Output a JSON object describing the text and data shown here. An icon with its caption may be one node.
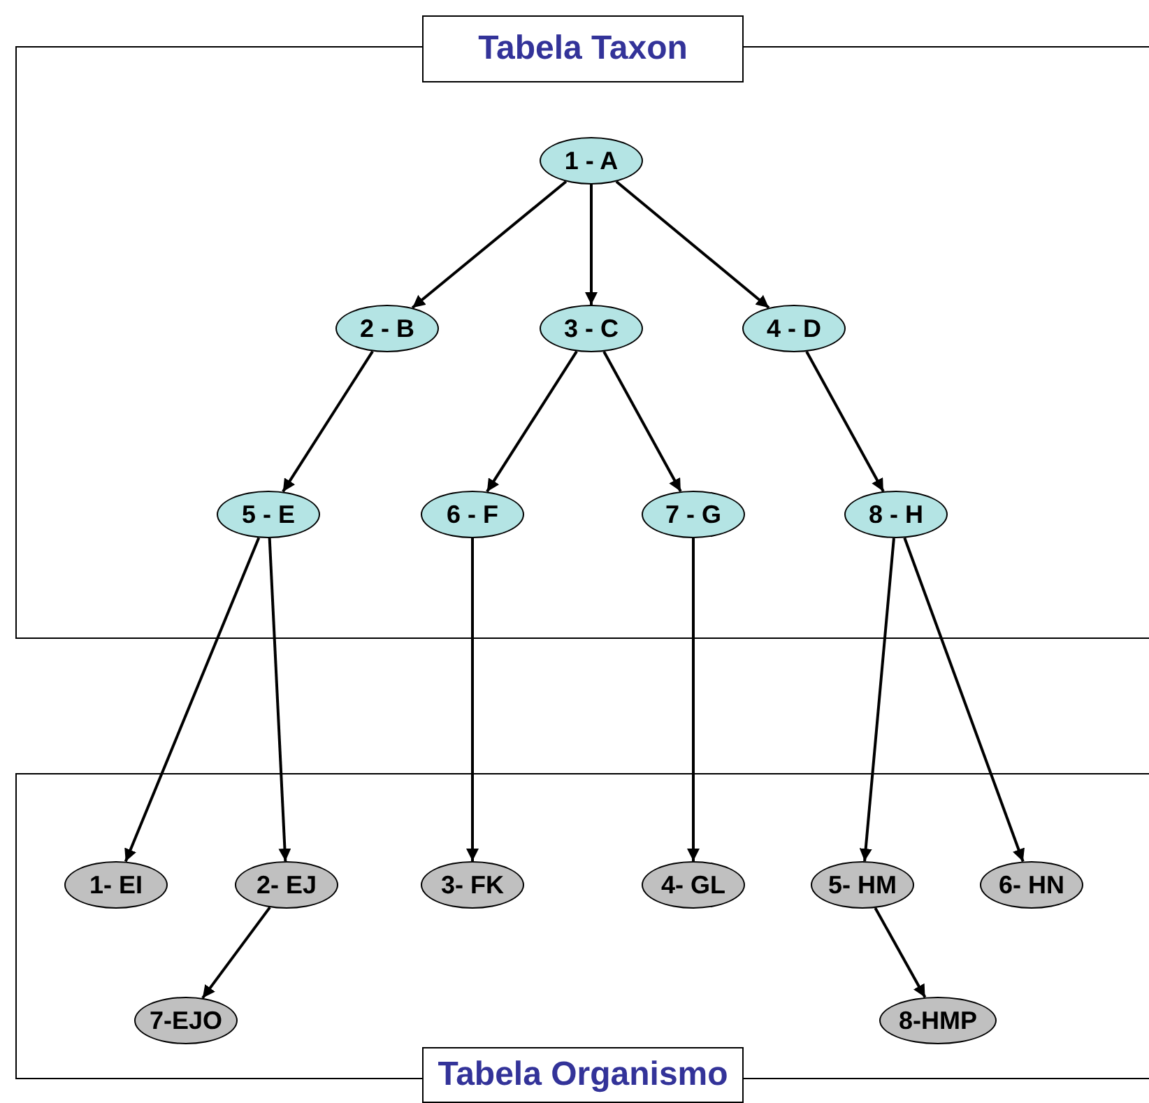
{
  "diagram": {
    "nodes": [
      {
        "text": [
          "Tabela Taxon"
        ]
      },
      {
        "text": [
          "1 - A"
        ],
        "in": 0
      },
      {
        "text": [
          "2 - B"
        ],
        "in": 0
      },
      {
        "text": [
          "3 - C"
        ],
        "in": 0
      },
      {
        "text": [
          "4 - D"
        ],
        "in": 0
      },
      {
        "text": [
          "5 - E"
        ],
        "in": 0
      },
      {
        "text": [
          "6 - F"
        ],
        "in": 0
      },
      {
        "text": [
          "7 - G"
        ],
        "in": 0
      },
      {
        "text": [
          "8 - H"
        ],
        "in": 0
      },
      {
        "text": [
          "Tabela Organismo"
        ]
      },
      {
        "text": [
          "1- EI"
        ],
        "in": 9
      },
      {
        "text": [
          "2- EJ"
        ],
        "in": 9
      },
      {
        "text": [
          "3- FK"
        ],
        "in": 9
      },
      {
        "text": [
          "4- GL"
        ],
        "in": 9
      },
      {
        "text": [
          "5- HM"
        ],
        "in": 9
      },
      {
        "text": [
          "6- HN"
        ],
        "in": 9
      },
      {
        "text": [
          "7-EJO"
        ],
        "in": 9
      },
      {
        "text": [
          "8-HMP"
        ],
        "in": 9
      }
    ],
    "edges": [
      {
        "from": 1,
        "to": 2,
        "arrow": "to"
      },
      {
        "from": 1,
        "to": 3,
        "arrow": "to"
      },
      {
        "from": 1,
        "to": 4,
        "arrow": "to"
      },
      {
        "from": 2,
        "to": 5,
        "arrow": "to"
      },
      {
        "from": 3,
        "to": 6,
        "arrow": "to"
      },
      {
        "from": 3,
        "to": 7,
        "arrow": "to"
      },
      {
        "from": 4,
        "to": 8,
        "arrow": "to"
      },
      {
        "from": 5,
        "to": 10,
        "arrow": "to"
      },
      {
        "from": 5,
        "to": 11,
        "arrow": "to"
      },
      {
        "from": 6,
        "to": 12,
        "arrow": "to"
      },
      {
        "from": 7,
        "to": 13,
        "arrow": "to"
      },
      {
        "from": 8,
        "to": 14,
        "arrow": "to"
      },
      {
        "from": 8,
        "to": 15,
        "arrow": "to"
      },
      {
        "from": 11,
        "to": 16,
        "arrow": "to"
      },
      {
        "from": 14,
        "to": 17,
        "arrow": "to"
      }
    ]
  }
}
